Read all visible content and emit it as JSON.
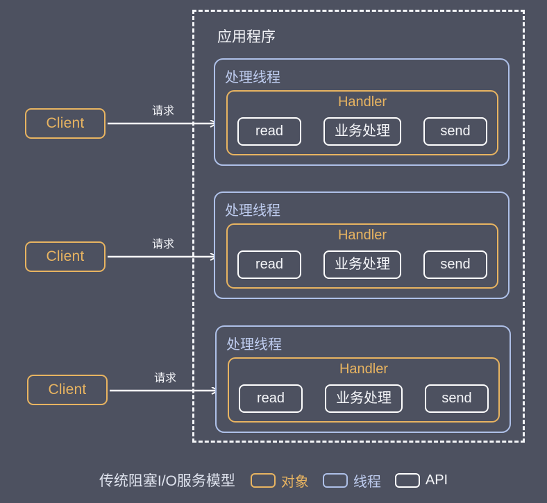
{
  "diagram": {
    "app_container": {
      "title": "应用程序",
      "border_style": "dashed",
      "border_color": "#f4f5f8"
    },
    "clients": [
      {
        "label": "Client"
      },
      {
        "label": "Client"
      },
      {
        "label": "Client"
      }
    ],
    "arrows": [
      {
        "label": "请求"
      },
      {
        "label": "请求"
      },
      {
        "label": "请求"
      }
    ],
    "threads": [
      {
        "title": "处理线程",
        "handler": {
          "title": "Handler",
          "steps": [
            {
              "label": "read"
            },
            {
              "label": "业务处理"
            },
            {
              "label": "send"
            }
          ]
        }
      },
      {
        "title": "处理线程",
        "handler": {
          "title": "Handler",
          "steps": [
            {
              "label": "read"
            },
            {
              "label": "业务处理"
            },
            {
              "label": "send"
            }
          ]
        }
      },
      {
        "title": "处理线程",
        "handler": {
          "title": "Handler",
          "steps": [
            {
              "label": "read"
            },
            {
              "label": "业务处理"
            },
            {
              "label": "send"
            }
          ]
        }
      }
    ]
  },
  "footer": {
    "title": "传统阻塞I/O服务模型",
    "legend": [
      {
        "label": "对象",
        "color": "#e8b461"
      },
      {
        "label": "线程",
        "color": "#aec0e8"
      },
      {
        "label": "API",
        "color": "#ffffff"
      }
    ]
  },
  "colors": {
    "background": "#4d5160",
    "object": "#e8b461",
    "thread": "#aec0e8",
    "api": "#ffffff",
    "text": "#f2f3f7"
  }
}
